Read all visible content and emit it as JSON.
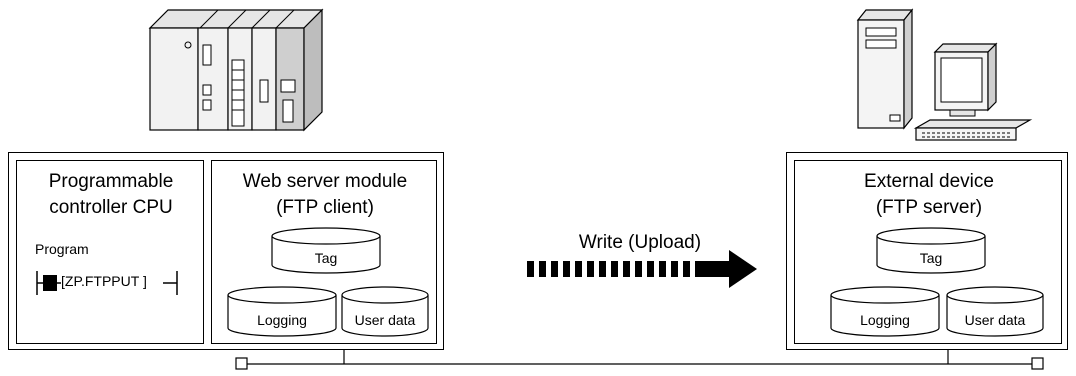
{
  "cpu": {
    "title_line1": "Programmable",
    "title_line2": "controller CPU",
    "program_label": "Program",
    "instruction": "[ZP.FTPPUT ]"
  },
  "web_module": {
    "title_line1": "Web server module",
    "title_line2": "(FTP client)",
    "storage": [
      "Tag",
      "Logging",
      "User data"
    ]
  },
  "external": {
    "title_line1": "External device",
    "title_line2": "(FTP server)",
    "storage": [
      "Tag",
      "Logging",
      "User data"
    ]
  },
  "transfer": {
    "label": "Write (Upload)"
  },
  "icons": {
    "plc": "plc-rack-icon",
    "pc": "personal-computer-icon"
  }
}
